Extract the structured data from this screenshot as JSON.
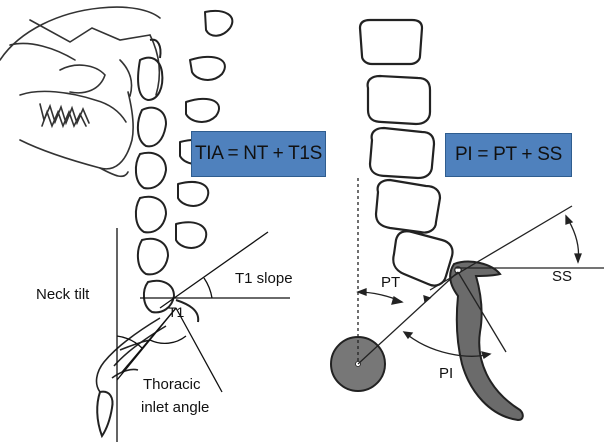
{
  "left_panel": {
    "formula": "TIA = NT + T1S",
    "labels": {
      "neck_tilt": "Neck tilt",
      "t1_slope": "T1 slope",
      "t1": "T1",
      "thoracic_inlet_line1": "Thoracic",
      "thoracic_inlet_line2": "inlet angle"
    }
  },
  "right_panel": {
    "formula": "PI = PT + SS",
    "labels": {
      "pt": "PT",
      "pi": "PI",
      "ss": "SS"
    }
  },
  "colors": {
    "formula_box_fill": "#4f81bd",
    "line": "#222222",
    "pelvis_fill": "#6b6b6b",
    "femoral_head_fill": "#777777"
  }
}
